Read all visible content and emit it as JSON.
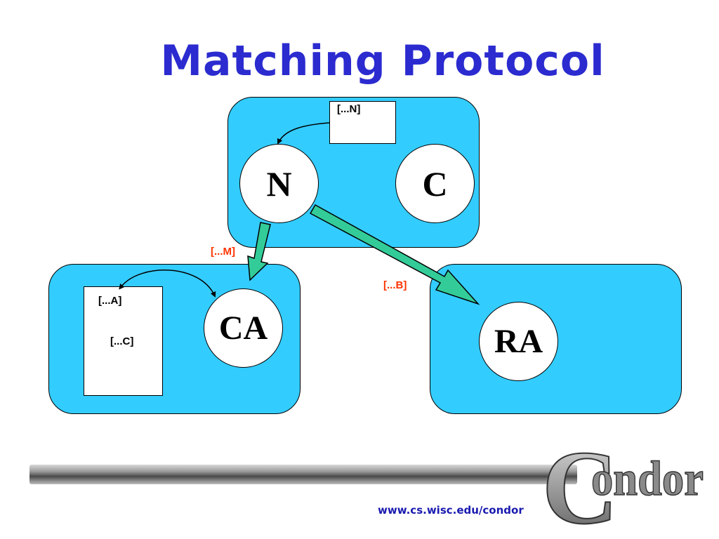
{
  "slide": {
    "title": "Matching Protocol",
    "footer_url": "www.cs.wisc.edu/condor",
    "logo_text": "Condor"
  },
  "diagram": {
    "nodes": {
      "n": "N",
      "c": "C",
      "ca": "CA",
      "ra": "RA"
    },
    "docs": {
      "top_doc_label": "[...N]",
      "left_doc_label_a": "[...A]",
      "left_doc_label_c": "[...C]"
    },
    "arrow_labels": {
      "to_ca": "[...M]",
      "to_ra": "[...B]"
    }
  },
  "colors": {
    "title": "#2b2bd0",
    "box_fill": "#33ccff",
    "arrow_fill": "#33cc99",
    "arrow_label": "#ff3300",
    "footer_url": "#1a1ab0"
  }
}
